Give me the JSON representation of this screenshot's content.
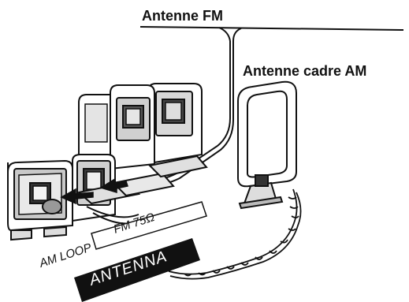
{
  "labels": {
    "fm_antenna": "Antenne FM",
    "am_antenna": "Antenne cadre AM"
  },
  "terminal_panel": {
    "am_loop": "AM LOOP",
    "fm": "FM 75Ω",
    "section": "ANTENNA"
  },
  "colors": {
    "line": "#111111",
    "band": "#111111",
    "paper": "#ffffff"
  }
}
